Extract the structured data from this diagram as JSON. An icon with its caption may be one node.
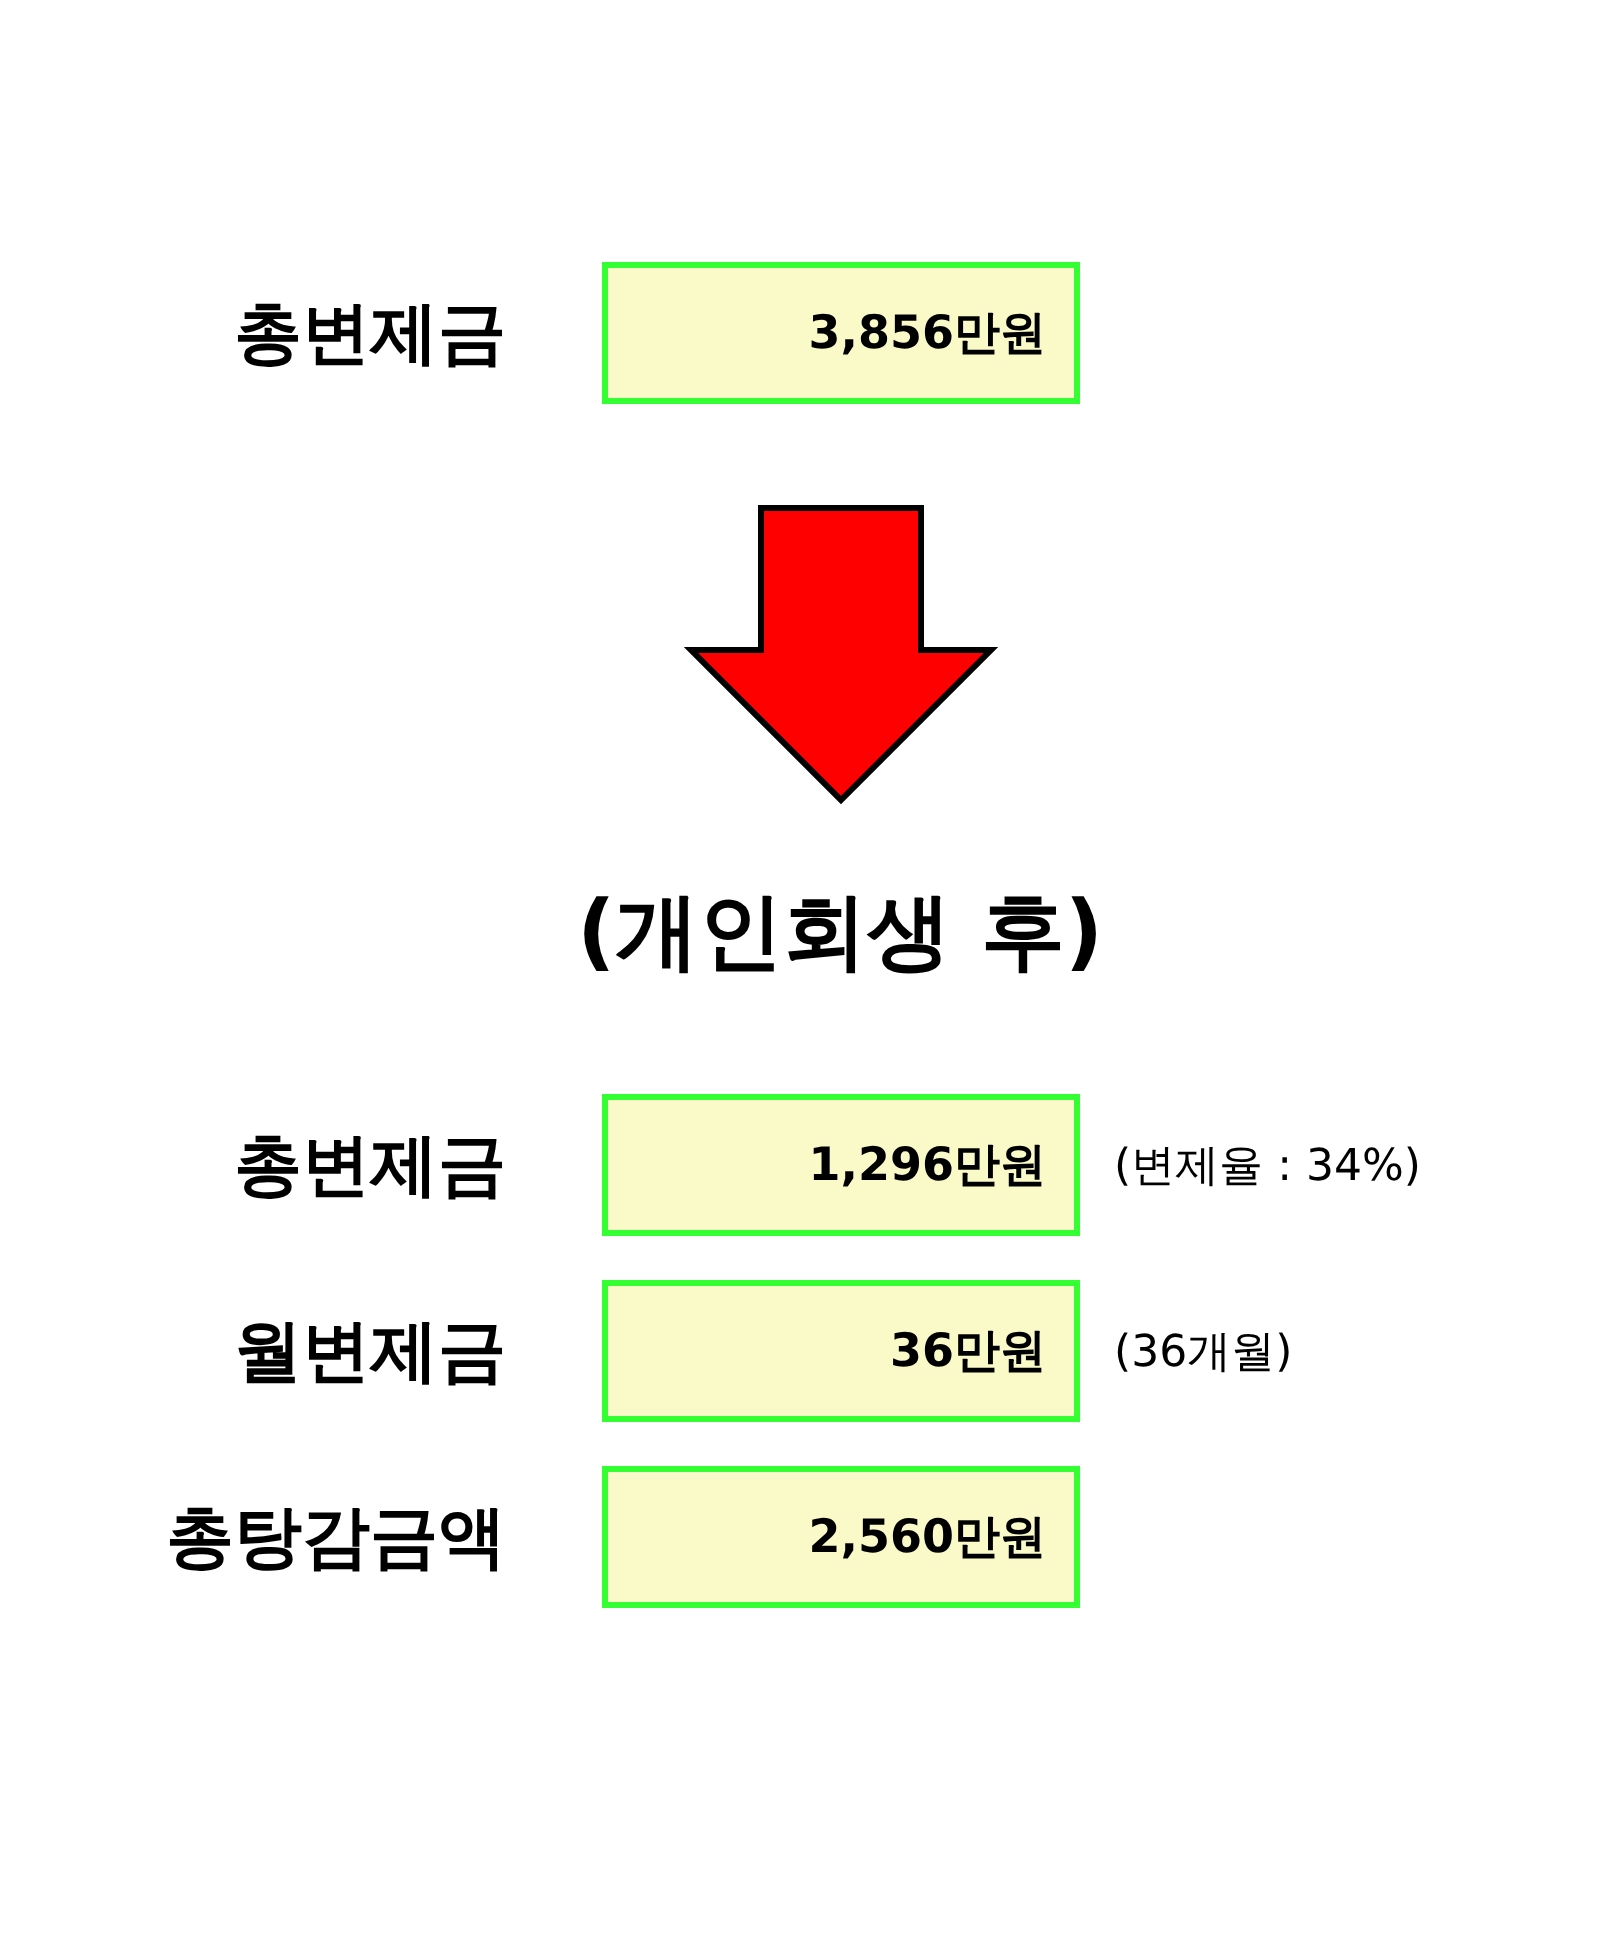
{
  "diagram": {
    "nodes": [
      {
        "text": [
          "총변제금",
          "3,856만원"
        ]
      },
      {
        "text": [
          "(개인회생 후)"
        ]
      },
      {
        "text": [
          "총변제금",
          "1,296만원"
        ],
        "beside": [
          "(변제율 : 34%)"
        ]
      },
      {
        "text": [
          "월변제금",
          "36만원"
        ],
        "beside": [
          "(36개월)"
        ]
      },
      {
        "text": [
          "총탕감금액",
          "2,560만원"
        ]
      }
    ],
    "edges": [
      {
        "from": 0,
        "to": 1,
        "arrow": "to",
        "style": "thick",
        "color": "#ff0000"
      }
    ]
  }
}
